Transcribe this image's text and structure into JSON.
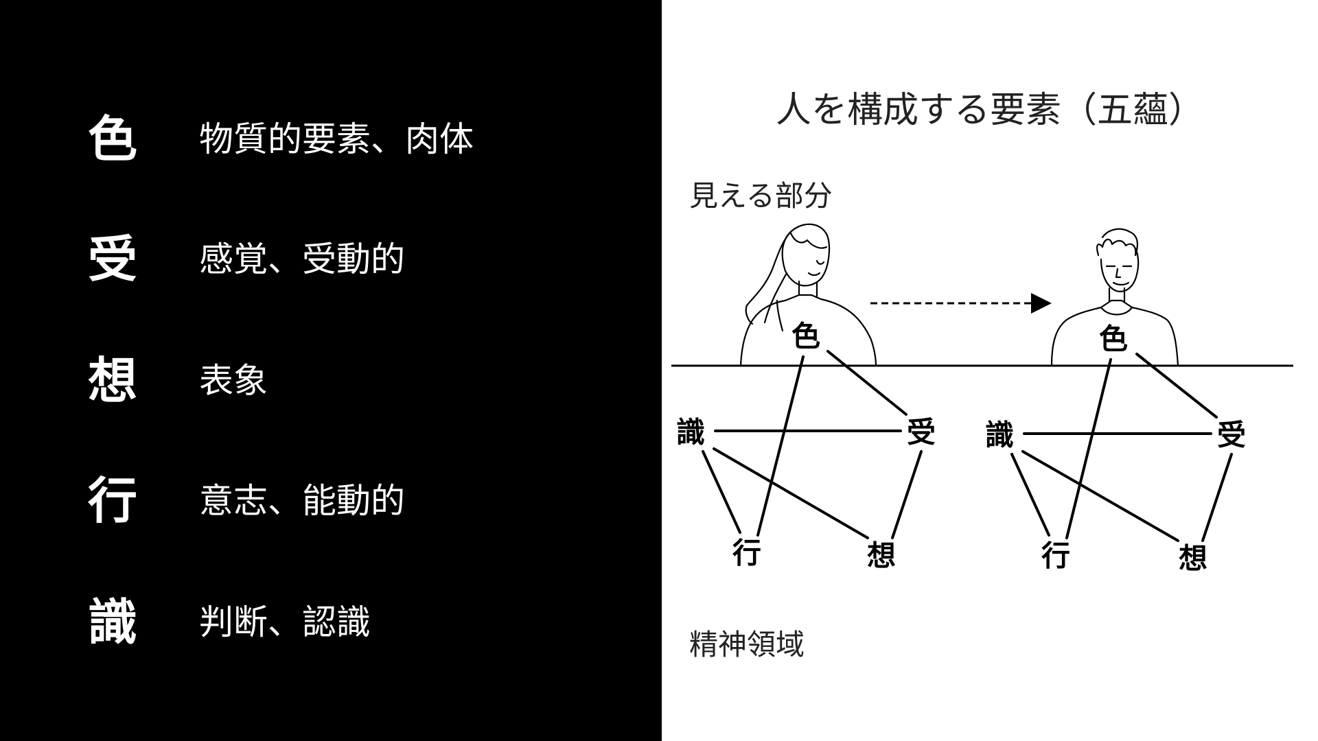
{
  "skandhas": [
    {
      "kanji": "色",
      "description": "物質的要素、肉体"
    },
    {
      "kanji": "受",
      "description": "感覚、受動的"
    },
    {
      "kanji": "想",
      "description": "表象"
    },
    {
      "kanji": "行",
      "description": "意志、能動的"
    },
    {
      "kanji": "識",
      "description": "判断、認識"
    }
  ],
  "diagram": {
    "title": "人を構成する要素（五蘊）",
    "visible_label": "見える部分",
    "mental_label": "精神領域",
    "figure_a": {
      "shiki": "色",
      "ju": "受",
      "so": "想",
      "gyo": "行",
      "shiki_conscious": "識"
    },
    "figure_b": {
      "shiki": "色",
      "ju": "受",
      "so": "想",
      "gyo": "行",
      "shiki_conscious": "識"
    }
  }
}
